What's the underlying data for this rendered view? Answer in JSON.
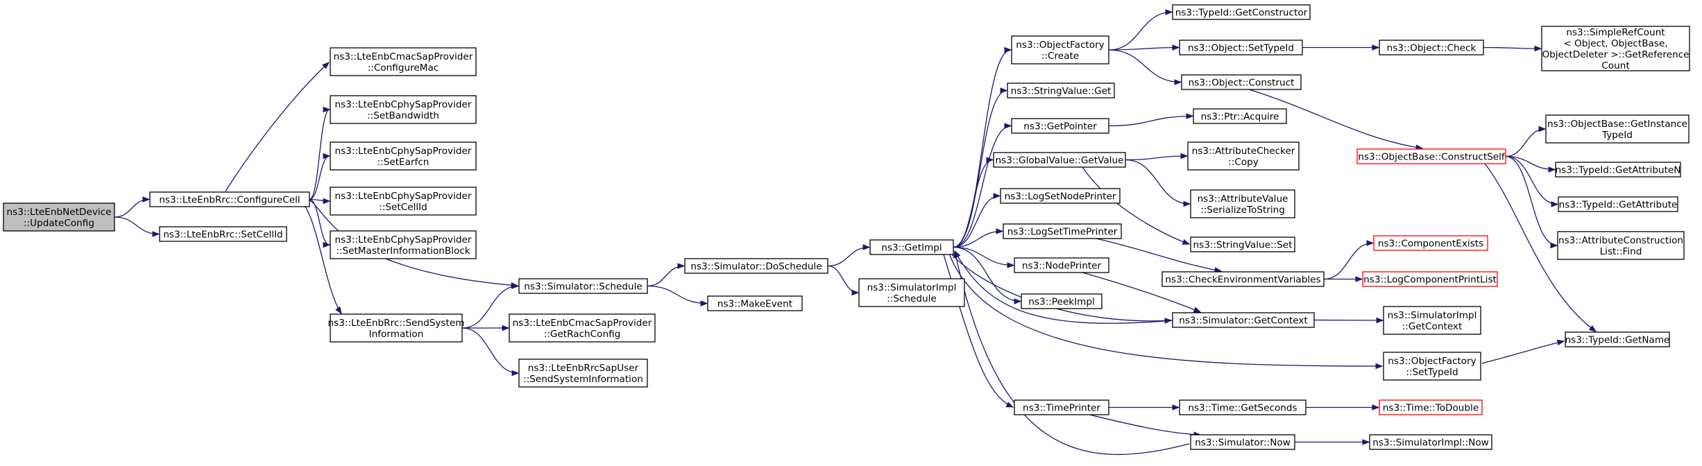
{
  "diagram": {
    "colors": {
      "edge": "#191970",
      "border": "#000000",
      "truncated_border": "#ff0000",
      "root_fill": "#bfbfbf",
      "fill": "#ffffff"
    },
    "nodes": [
      {
        "id": "root",
        "label": [
          "ns3::LteEnbNetDevice",
          "::UpdateConfig"
        ],
        "root": true
      },
      {
        "id": "configcell",
        "label": [
          "ns3::LteEnbRrc::ConfigureCell"
        ]
      },
      {
        "id": "setcellid_rrc",
        "label": [
          "ns3::LteEnbRrc::SetCellId"
        ]
      },
      {
        "id": "cmac_conf",
        "label": [
          "ns3::LteEnbCmacSapProvider",
          "::ConfigureMac"
        ]
      },
      {
        "id": "cphy_bw",
        "label": [
          "ns3::LteEnbCphySapProvider",
          "::SetBandwidth"
        ]
      },
      {
        "id": "cphy_earfcn",
        "label": [
          "ns3::LteEnbCphySapProvider",
          "::SetEarfcn"
        ]
      },
      {
        "id": "cphy_cellid",
        "label": [
          "ns3::LteEnbCphySapProvider",
          "::SetCellId"
        ]
      },
      {
        "id": "cphy_mib",
        "label": [
          "ns3::LteEnbCphySapProvider",
          "::SetMasterInformationBlock"
        ]
      },
      {
        "id": "sendsysinfo",
        "label": [
          "ns3::LteEnbRrc::SendSystem",
          "Information"
        ]
      },
      {
        "id": "sched",
        "label": [
          "ns3::Simulator::Schedule"
        ]
      },
      {
        "id": "rach",
        "label": [
          "ns3::LteEnbCmacSapProvider",
          "::GetRachConfig"
        ]
      },
      {
        "id": "rrcsap",
        "label": [
          "ns3::LteEnbRrcSapUser",
          "::SendSystemInformation"
        ]
      },
      {
        "id": "dosched",
        "label": [
          "ns3::Simulator::DoSchedule"
        ]
      },
      {
        "id": "makeevent",
        "label": [
          "ns3::MakeEvent"
        ]
      },
      {
        "id": "getimpl",
        "label": [
          "ns3::GetImpl"
        ]
      },
      {
        "id": "simimpl_sched",
        "label": [
          "ns3::SimulatorImpl",
          "::Schedule"
        ]
      },
      {
        "id": "objfac_create",
        "label": [
          "ns3::ObjectFactory",
          "::Create"
        ]
      },
      {
        "id": "strval_get",
        "label": [
          "ns3::StringValue::Get"
        ]
      },
      {
        "id": "getpointer",
        "label": [
          "ns3::GetPointer"
        ]
      },
      {
        "id": "gv_getvalue",
        "label": [
          "ns3::GlobalValue::GetValue"
        ]
      },
      {
        "id": "lognode",
        "label": [
          "ns3::LogSetNodePrinter"
        ]
      },
      {
        "id": "logtime",
        "label": [
          "ns3::LogSetTimePrinter"
        ]
      },
      {
        "id": "nodeprinter",
        "label": [
          "ns3::NodePrinter"
        ]
      },
      {
        "id": "peekimpl",
        "label": [
          "ns3::PeekImpl"
        ]
      },
      {
        "id": "timeprinter",
        "label": [
          "ns3::TimePrinter"
        ]
      },
      {
        "id": "typeid_getctor",
        "label": [
          "ns3::TypeId::GetConstructor"
        ]
      },
      {
        "id": "obj_settypeid",
        "label": [
          "ns3::Object::SetTypeId"
        ]
      },
      {
        "id": "obj_construct",
        "label": [
          "ns3::Object::Construct"
        ]
      },
      {
        "id": "ptr_acquire",
        "label": [
          "ns3::Ptr::Acquire"
        ]
      },
      {
        "id": "attrcheck_copy",
        "label": [
          "ns3::AttributeChecker",
          "::Copy"
        ]
      },
      {
        "id": "attrval_ser",
        "label": [
          "ns3::AttributeValue",
          "::SerializeToString"
        ]
      },
      {
        "id": "strval_set",
        "label": [
          "ns3::StringValue::Set"
        ]
      },
      {
        "id": "checkenv",
        "label": [
          "ns3::CheckEnvironmentVariables"
        ]
      },
      {
        "id": "sim_getctx",
        "label": [
          "ns3::Simulator::GetContext"
        ]
      },
      {
        "id": "objfac_settypeid",
        "label": [
          "ns3::ObjectFactory",
          "::SetTypeId"
        ]
      },
      {
        "id": "time_getsec",
        "label": [
          "ns3::Time::GetSeconds"
        ]
      },
      {
        "id": "sim_now",
        "label": [
          "ns3::Simulator::Now"
        ]
      },
      {
        "id": "obj_check",
        "label": [
          "ns3::Object::Check"
        ]
      },
      {
        "id": "srefcount",
        "label": [
          "ns3::SimpleRefCount",
          "< Object, ObjectBase,",
          "ObjectDeleter >::GetReference",
          "Count"
        ]
      },
      {
        "id": "objbase_cself",
        "label": [
          "ns3::ObjectBase::ConstructSelf"
        ],
        "truncated": true
      },
      {
        "id": "compexists",
        "label": [
          "ns3::ComponentExists"
        ],
        "truncated": true
      },
      {
        "id": "logcompprint",
        "label": [
          "ns3::LogComponentPrintList"
        ],
        "truncated": true
      },
      {
        "id": "simimpl_getctx",
        "label": [
          "ns3::SimulatorImpl",
          "::GetContext"
        ]
      },
      {
        "id": "time_todouble",
        "label": [
          "ns3::Time::ToDouble"
        ],
        "truncated": true
      },
      {
        "id": "simimpl_now",
        "label": [
          "ns3::SimulatorImpl::Now"
        ]
      },
      {
        "id": "objbase_getinst",
        "label": [
          "ns3::ObjectBase::GetInstance",
          "TypeId"
        ]
      },
      {
        "id": "typeid_getattrn",
        "label": [
          "ns3::TypeId::GetAttributeN"
        ]
      },
      {
        "id": "typeid_getattr",
        "label": [
          "ns3::TypeId::GetAttribute"
        ]
      },
      {
        "id": "attrconst_find",
        "label": [
          "ns3::AttributeConstruction",
          "List::Find"
        ]
      },
      {
        "id": "typeid_getname",
        "label": [
          "ns3::TypeId::GetName"
        ]
      }
    ],
    "edges": [
      [
        "root",
        "configcell"
      ],
      [
        "root",
        "setcellid_rrc"
      ],
      [
        "configcell",
        "cmac_conf"
      ],
      [
        "configcell",
        "cphy_bw"
      ],
      [
        "configcell",
        "cphy_earfcn"
      ],
      [
        "configcell",
        "cphy_cellid"
      ],
      [
        "configcell",
        "cphy_mib"
      ],
      [
        "configcell",
        "sched"
      ],
      [
        "configcell",
        "sendsysinfo"
      ],
      [
        "sendsysinfo",
        "sched"
      ],
      [
        "sendsysinfo",
        "rach"
      ],
      [
        "sendsysinfo",
        "rrcsap"
      ],
      [
        "sched",
        "dosched"
      ],
      [
        "sched",
        "makeevent"
      ],
      [
        "dosched",
        "getimpl"
      ],
      [
        "dosched",
        "simimpl_sched"
      ],
      [
        "getimpl",
        "objfac_create"
      ],
      [
        "getimpl",
        "strval_get"
      ],
      [
        "getimpl",
        "getpointer"
      ],
      [
        "getimpl",
        "gv_getvalue"
      ],
      [
        "getimpl",
        "lognode"
      ],
      [
        "getimpl",
        "logtime"
      ],
      [
        "getimpl",
        "nodeprinter"
      ],
      [
        "getimpl",
        "peekimpl"
      ],
      [
        "getimpl",
        "timeprinter"
      ],
      [
        "getimpl",
        "sim_getctx"
      ],
      [
        "getimpl",
        "objfac_settypeid"
      ],
      [
        "objfac_create",
        "typeid_getctor"
      ],
      [
        "objfac_create",
        "obj_settypeid"
      ],
      [
        "objfac_create",
        "obj_construct"
      ],
      [
        "obj_settypeid",
        "obj_check"
      ],
      [
        "obj_check",
        "srefcount"
      ],
      [
        "obj_construct",
        "objbase_cself"
      ],
      [
        "getpointer",
        "ptr_acquire"
      ],
      [
        "gv_getvalue",
        "attrcheck_copy"
      ],
      [
        "gv_getvalue",
        "attrval_ser"
      ],
      [
        "gv_getvalue",
        "strval_set"
      ],
      [
        "logtime",
        "checkenv"
      ],
      [
        "checkenv",
        "compexists"
      ],
      [
        "checkenv",
        "logcompprint"
      ],
      [
        "nodeprinter",
        "sim_getctx"
      ],
      [
        "sim_getctx",
        "getimpl"
      ],
      [
        "sim_getctx",
        "simimpl_getctx"
      ],
      [
        "objfac_settypeid",
        "typeid_getname"
      ],
      [
        "timeprinter",
        "time_getsec"
      ],
      [
        "timeprinter",
        "sim_now"
      ],
      [
        "time_getsec",
        "time_todouble"
      ],
      [
        "sim_now",
        "getimpl"
      ],
      [
        "sim_now",
        "simimpl_now"
      ],
      [
        "objbase_cself",
        "objbase_getinst"
      ],
      [
        "objbase_cself",
        "typeid_getattrn"
      ],
      [
        "objbase_cself",
        "typeid_getattr"
      ],
      [
        "objbase_cself",
        "attrconst_find"
      ],
      [
        "objbase_cself",
        "typeid_getname"
      ]
    ]
  }
}
